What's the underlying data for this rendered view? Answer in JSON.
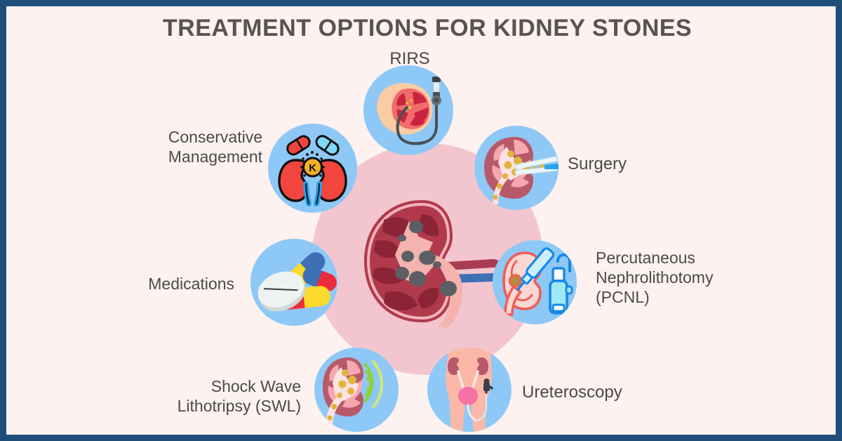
{
  "page": {
    "title": "TREATMENT OPTIONS FOR KIDNEY STONES",
    "border_color": "#1f4e79",
    "background_color": "#fdf2ef",
    "title_color": "#585450",
    "node_circle_color": "#8ec8f7",
    "center_disc_color": "#f3c6cf",
    "label_color": "#4a4a4a"
  },
  "center": {
    "icon": "kidney-with-stones-cross-section-icon",
    "description": "Kidney cross-section with stones"
  },
  "options": [
    {
      "id": "rirs",
      "label": "RIRS",
      "icon": "kidney-ureteroscope-icon",
      "position": "top"
    },
    {
      "id": "conservative-management",
      "label": "Conservative\nManagement",
      "icon": "kidneys-capsule-potassium-icon",
      "position": "top-left"
    },
    {
      "id": "surgery",
      "label": "Surgery",
      "icon": "kidney-forceps-stone-icon",
      "position": "top-right"
    },
    {
      "id": "medications",
      "label": "Medications",
      "icon": "pills-capsules-icon",
      "position": "left"
    },
    {
      "id": "pcnl",
      "label": "Percutaneous\nNephrolithotomy\n(PCNL)",
      "icon": "kidney-needle-nephroscope-icon",
      "position": "right"
    },
    {
      "id": "swl",
      "label": "Shock Wave\nLithotripsy (SWL)",
      "icon": "kidney-shockwaves-icon",
      "position": "bottom-left"
    },
    {
      "id": "ureteroscopy",
      "label": "Ureteroscopy",
      "icon": "pelvis-urinary-tract-scope-icon",
      "position": "bottom-right"
    }
  ]
}
